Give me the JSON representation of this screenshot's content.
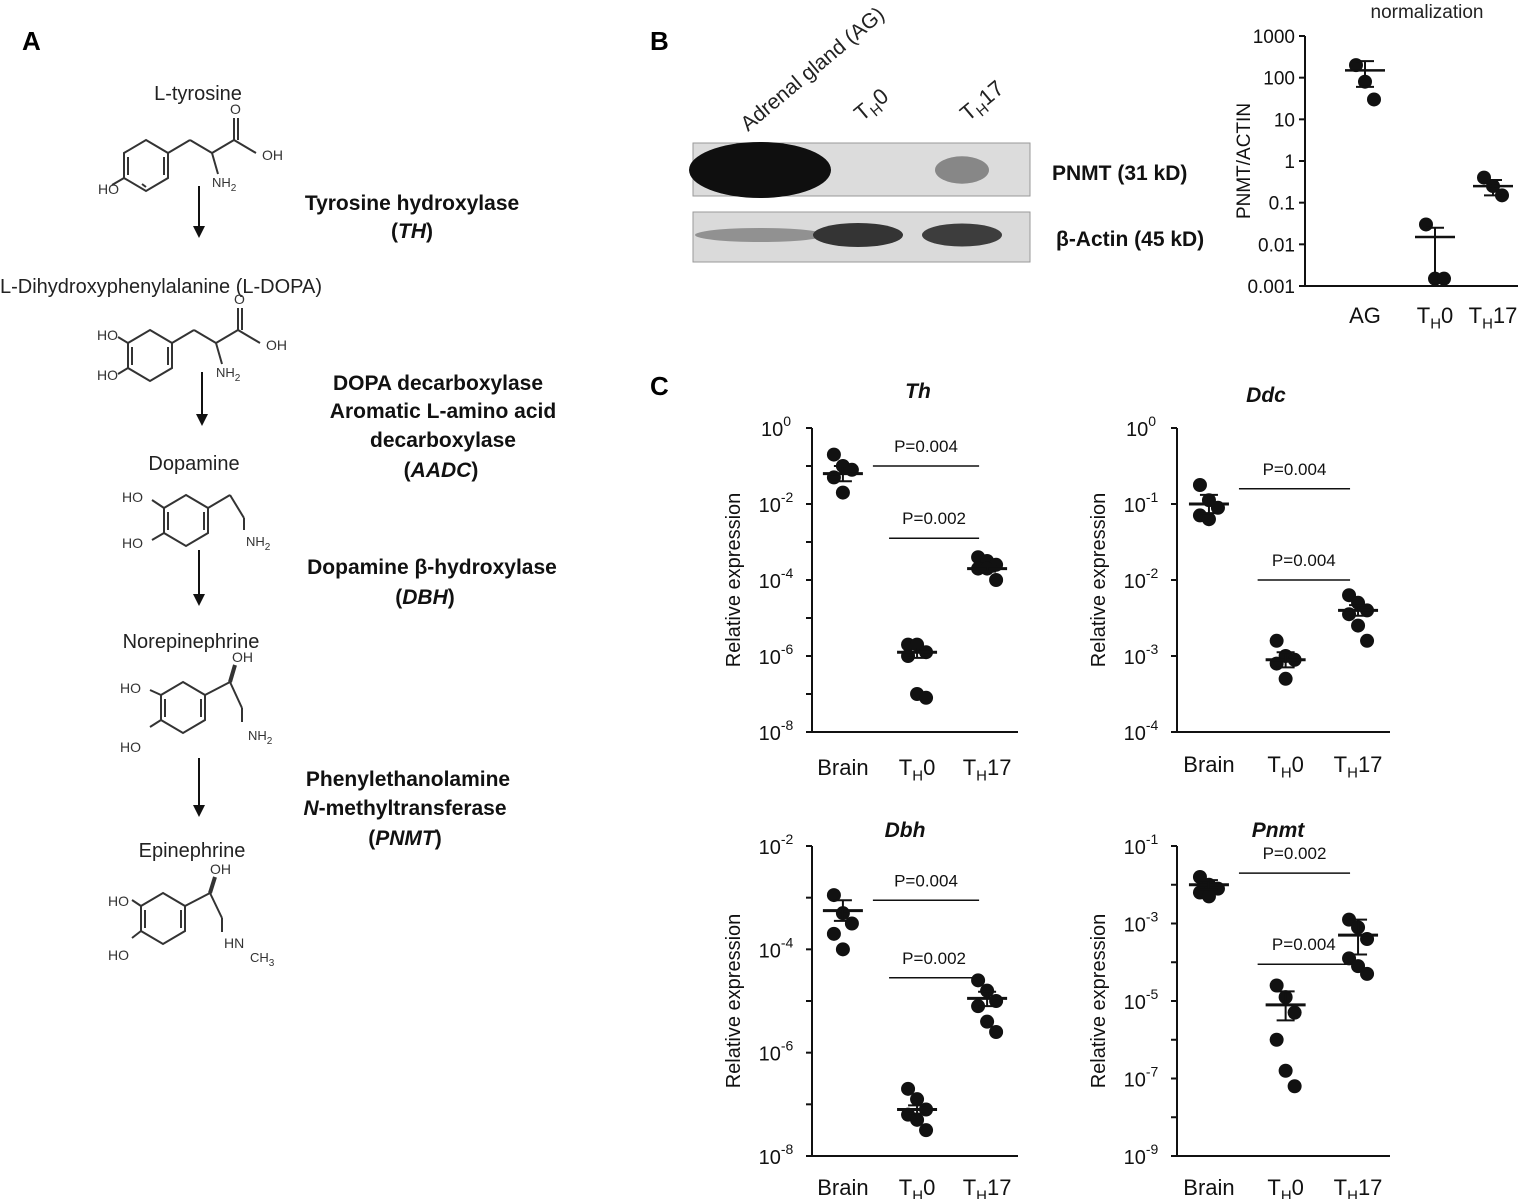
{
  "panel_labels": {
    "a": "A",
    "b": "B",
    "c": "C"
  },
  "pathway": {
    "compounds": [
      "L-tyrosine",
      "L-Dihydroxyphenylalanine  (L-DOPA)",
      "Dopamine",
      "Norepinephrine",
      "Epinephrine"
    ],
    "enzymes": [
      {
        "lines": [
          "Tyrosine hydroxylase"
        ],
        "abbr": "TH"
      },
      {
        "lines": [
          "DOPA decarboxylase",
          "Aromatic L-amino acid",
          "decarboxylase"
        ],
        "abbr": "AADC"
      },
      {
        "lines": [
          "Dopamine β-hydroxylase"
        ],
        "abbr": "DBH"
      },
      {
        "lines": [
          "Phenylethanolamine"
        ],
        "italic_prefix": "N",
        "line2_rest": "-methyltransferase",
        "abbr": "PNMT"
      }
    ],
    "atom_labels": {
      "oh": "OH",
      "ho": "HO",
      "nh2": "NH",
      "nh2_sub": "2",
      "ch3": "CH",
      "ch3_sub": "3",
      "o": "O",
      "hn": "HN",
      "n": "N"
    }
  },
  "blot": {
    "lanes": [
      {
        "label": "Adrenal gland (AG)"
      },
      {
        "main": "T",
        "sub": "H",
        "rest": "0"
      },
      {
        "main": "T",
        "sub": "H",
        "rest": "17"
      }
    ],
    "bands": [
      "PNMT (31 kD)",
      "β-Actin (45 kD)"
    ],
    "band_intensity": {
      "pnmt": [
        1.0,
        0.0,
        0.35
      ],
      "actin": [
        0.3,
        0.8,
        0.75
      ]
    }
  },
  "chart_data": [
    {
      "id": "B-quant",
      "type": "scatter",
      "title": "normalization",
      "ylabel": "PNMT/ACTIN",
      "yscale": "log",
      "ylim": [
        0.001,
        1000
      ],
      "yticks": [
        "0.001",
        "0.01",
        "0.1",
        "1",
        "10",
        "100",
        "1000"
      ],
      "categories": [
        {
          "main": "AG",
          "sub": "",
          "rest": ""
        },
        {
          "main": "T",
          "sub": "H",
          "rest": "0"
        },
        {
          "main": "T",
          "sub": "H",
          "rest": "17"
        }
      ],
      "points": [
        [
          200,
          80,
          30
        ],
        [
          0.03,
          0.0015,
          0.0015
        ],
        [
          0.4,
          0.25,
          0.15
        ]
      ],
      "mean": [
        150,
        0.015,
        0.25
      ],
      "err": [
        [
          60,
          250
        ],
        [
          0.001,
          0.025
        ],
        [
          0.15,
          0.35
        ]
      ],
      "error_style": "sd"
    },
    {
      "id": "C-Th",
      "type": "scatter",
      "title": "Th",
      "ylabel": "Relative  expression",
      "yscale": "log",
      "ylim_exp": [
        -8,
        0
      ],
      "categories": [
        {
          "main": "Brain",
          "sub": "",
          "rest": ""
        },
        {
          "main": "T",
          "sub": "H",
          "rest": "0"
        },
        {
          "main": "T",
          "sub": "H",
          "rest": "17"
        }
      ],
      "points_exp": [
        [
          -0.7,
          -1.0,
          -1.1,
          -1.3,
          -1.7
        ],
        [
          -5.7,
          -5.7,
          -5.9,
          -6.0,
          -7.0,
          -7.1
        ],
        [
          -3.4,
          -3.5,
          -3.6,
          -3.7,
          -3.7,
          -4.0
        ]
      ],
      "mean_exp": [
        -1.2,
        -5.9,
        -3.7
      ],
      "err_exp": [
        [
          -1.0,
          -1.4
        ],
        [
          -5.75,
          -6.05
        ],
        [
          -3.62,
          -3.78
        ]
      ],
      "comparisons": [
        {
          "from": 0,
          "to": 2,
          "label": "P=0.004",
          "y_exp": -1.0
        },
        {
          "from": 1,
          "to": 2,
          "label": "P=0.002",
          "y_exp": -2.9
        }
      ]
    },
    {
      "id": "C-Ddc",
      "type": "scatter",
      "title": "Ddc",
      "ylabel": "Relative  expression",
      "yscale": "log",
      "ylim_exp": [
        -4,
        0
      ],
      "categories": [
        {
          "main": "Brain",
          "sub": "",
          "rest": ""
        },
        {
          "main": "T",
          "sub": "H",
          "rest": "0"
        },
        {
          "main": "T",
          "sub": "H",
          "rest": "17"
        }
      ],
      "points_exp": [
        [
          -0.75,
          -0.95,
          -1.05,
          -1.15,
          -1.2
        ],
        [
          -2.8,
          -3.0,
          -3.05,
          -3.1,
          -3.3
        ],
        [
          -2.2,
          -2.3,
          -2.4,
          -2.45,
          -2.6,
          -2.8
        ]
      ],
      "mean_exp": [
        -1.0,
        -3.05,
        -2.4
      ],
      "err_exp": [
        [
          -0.88,
          -1.12
        ],
        [
          -2.95,
          -3.15
        ],
        [
          -2.33,
          -2.47
        ]
      ],
      "comparisons": [
        {
          "from": 0,
          "to": 2,
          "label": "P=0.004",
          "y_exp": -0.8
        },
        {
          "from": 1,
          "to": 2,
          "label": "P=0.004",
          "y_exp": -2.0
        }
      ]
    },
    {
      "id": "C-Dbh",
      "type": "scatter",
      "title": "Dbh",
      "ylabel": "Relative  expression",
      "yscale": "log",
      "ylim_exp": [
        -8,
        -2
      ],
      "categories": [
        {
          "main": "Brain",
          "sub": "",
          "rest": ""
        },
        {
          "main": "T",
          "sub": "H",
          "rest": "0"
        },
        {
          "main": "T",
          "sub": "H",
          "rest": "17"
        }
      ],
      "points_exp": [
        [
          -2.95,
          -3.3,
          -3.5,
          -3.7,
          -4.0
        ],
        [
          -6.7,
          -6.9,
          -7.1,
          -7.2,
          -7.3,
          -7.5
        ],
        [
          -4.6,
          -4.8,
          -5.0,
          -5.1,
          -5.4,
          -5.6
        ]
      ],
      "mean_exp": [
        -3.25,
        -7.1,
        -4.95
      ],
      "err_exp": [
        [
          -3.05,
          -3.45
        ],
        [
          -7.02,
          -7.18
        ],
        [
          -4.82,
          -5.1
        ]
      ],
      "comparisons": [
        {
          "from": 0,
          "to": 2,
          "label": "P=0.004",
          "y_exp": -3.05
        },
        {
          "from": 1,
          "to": 2,
          "label": "P=0.002",
          "y_exp": -4.55
        }
      ]
    },
    {
      "id": "C-Pnmt",
      "type": "scatter",
      "title": "Pnmt",
      "ylabel": "Relative  expression",
      "yscale": "log",
      "ylim_exp": [
        -9,
        -1
      ],
      "categories": [
        {
          "main": "Brain",
          "sub": "",
          "rest": ""
        },
        {
          "main": "T",
          "sub": "H",
          "rest": "0"
        },
        {
          "main": "T",
          "sub": "H",
          "rest": "17"
        }
      ],
      "points_exp": [
        [
          -1.8,
          -2.0,
          -2.1,
          -2.2,
          -2.3
        ],
        [
          -4.6,
          -4.9,
          -5.3,
          -6.0,
          -6.8,
          -7.2
        ],
        [
          -2.9,
          -3.1,
          -3.4,
          -3.9,
          -4.1,
          -4.3
        ]
      ],
      "mean_exp": [
        -2.0,
        -5.1,
        -3.3
      ],
      "err_exp": [
        [
          -1.88,
          -2.12
        ],
        [
          -4.75,
          -5.5
        ],
        [
          -2.9,
          -3.8
        ]
      ],
      "comparisons": [
        {
          "from": 0,
          "to": 2,
          "label": "P=0.002",
          "y_exp": -1.7
        },
        {
          "from": 1,
          "to": 2,
          "label": "P=0.004",
          "y_exp": -4.05
        }
      ]
    }
  ]
}
